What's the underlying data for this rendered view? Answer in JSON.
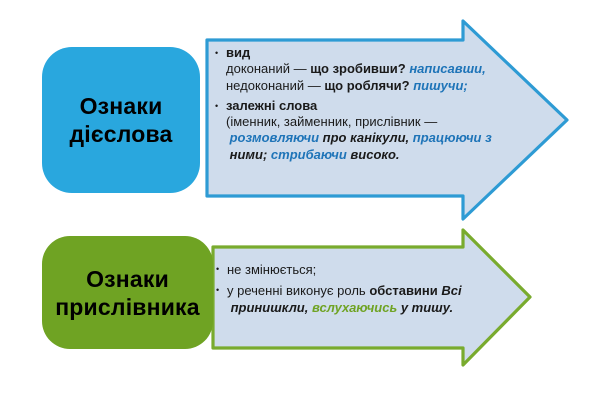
{
  "bullet": "•",
  "page_background": "#ffffff",
  "text_color": "#1a1a1a",
  "sections": [
    {
      "id": "verb",
      "box": {
        "lines": [
          "Ознаки",
          "дієслова"
        ],
        "fill": "#29a7de"
      },
      "arrow": {
        "fill": "#cfdcec",
        "border": "#2e9bd4",
        "accent": "#1e74b8"
      },
      "items": [
        {
          "lines": [
            [
              {
                "t": "вид",
                "s": "b"
              }
            ],
            [
              {
                "t": "доконаний — ",
                "s": "r"
              },
              {
                "t": "що зробивши? ",
                "s": "b"
              },
              {
                "t": "написавши,",
                "s": "a"
              }
            ],
            [
              {
                "t": "недоконаний — ",
                "s": "r"
              },
              {
                "t": "що роблячи? ",
                "s": "b"
              },
              {
                "t": "пишучи;",
                "s": "a"
              }
            ]
          ]
        },
        {
          "lines": [
            [
              {
                "t": "залежні слова",
                "s": "b"
              }
            ],
            [
              {
                "t": "(іменник, займенник, прислівник —",
                "s": "r"
              }
            ],
            [
              {
                "t": " розмовляючи",
                "s": "a"
              },
              {
                "t": " про канікули, ",
                "s": "i"
              },
              {
                "t": "працюючи з",
                "s": "a"
              }
            ],
            [
              {
                "t": " ними; ",
                "s": "i"
              },
              {
                "t": "стрибаючи",
                "s": "a"
              },
              {
                "t": " високо.",
                "s": "i"
              }
            ]
          ]
        }
      ]
    },
    {
      "id": "adverb",
      "box": {
        "lines": [
          "Ознаки",
          "прислівника"
        ],
        "fill": "#6fa323"
      },
      "arrow": {
        "fill": "#cfdcec",
        "border": "#79ab2e",
        "accent": "#6fa323"
      },
      "items": [
        {
          "lines": [
            [
              {
                "t": "не змінюється;",
                "s": "r"
              }
            ]
          ]
        },
        {
          "lines": [
            [
              {
                "t": "у реченні виконує роль ",
                "s": "r"
              },
              {
                "t": "обставини ",
                "s": "b"
              },
              {
                "t": "Всі",
                "s": "i"
              }
            ],
            [
              {
                "t": " принишкли, ",
                "s": "i"
              },
              {
                "t": "вслухаючись",
                "s": "a"
              },
              {
                "t": " у тишу.",
                "s": "i"
              }
            ]
          ]
        }
      ]
    }
  ]
}
